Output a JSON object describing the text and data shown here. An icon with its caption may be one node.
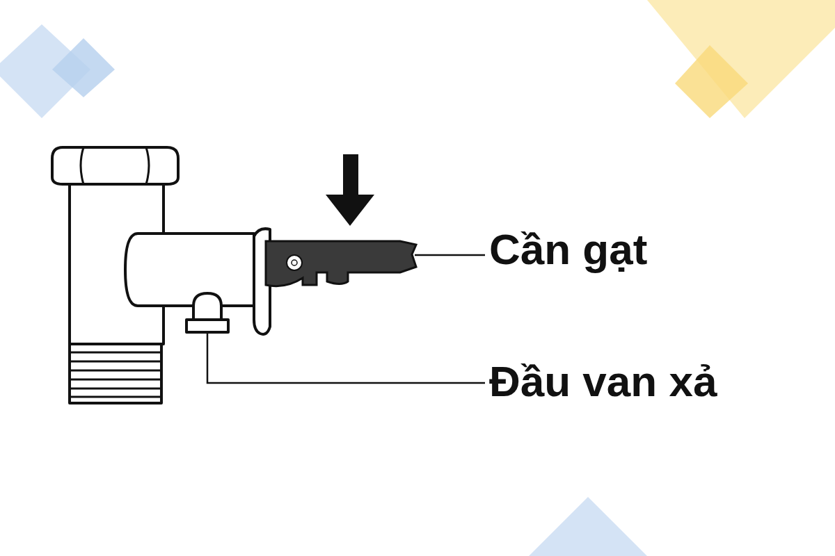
{
  "diagram": {
    "nodes": [
      {
        "text": [
          "Cần gạt"
        ]
      },
      {
        "text": [
          "Đầu van xả"
        ]
      },
      {
        "text": [],
        "shape": "picture"
      },
      {
        "text": [],
        "shape": "box"
      }
    ],
    "edges": [
      {
        "from": 0,
        "to": 2,
        "arrow": "none"
      },
      {
        "from": 1,
        "to": 3,
        "arrow": "none"
      }
    ]
  }
}
